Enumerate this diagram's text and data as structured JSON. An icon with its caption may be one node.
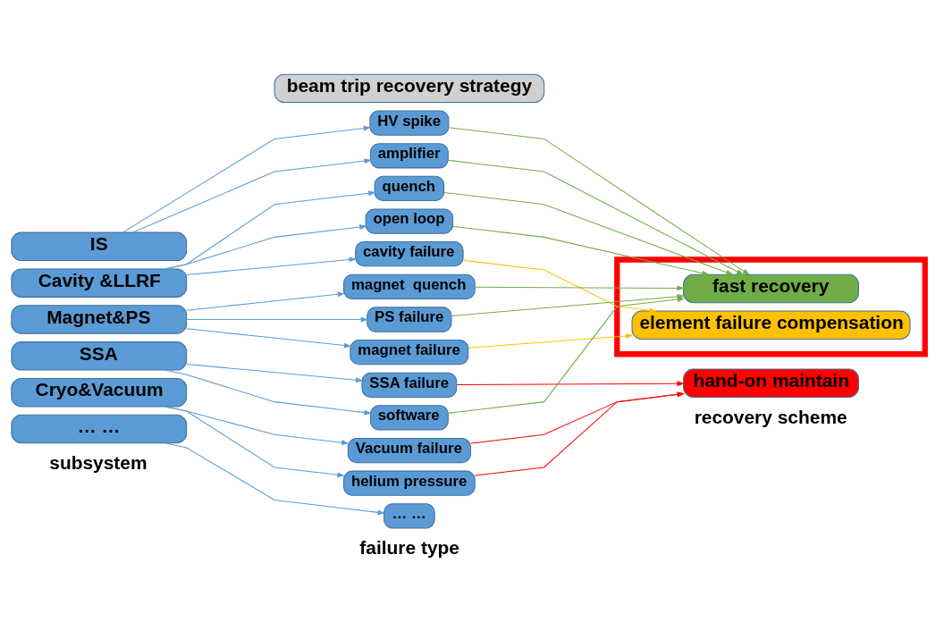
{
  "diagram": {
    "nodes": [
      {
        "text": [
          "beam trip recovery strategy"
        ]
      },
      {
        "text": [
          "IS"
        ]
      },
      {
        "text": [
          "Cavity &LLRF"
        ]
      },
      {
        "text": [
          "Magnet&PS"
        ]
      },
      {
        "text": [
          "SSA"
        ]
      },
      {
        "text": [
          "Cryo&Vacuum"
        ]
      },
      {
        "text": [
          "… …"
        ]
      },
      {
        "text": [
          "HV spike"
        ]
      },
      {
        "text": [
          "amplifier"
        ]
      },
      {
        "text": [
          "quench"
        ]
      },
      {
        "text": [
          "open loop"
        ]
      },
      {
        "text": [
          "cavity failure"
        ]
      },
      {
        "text": [
          "magnet  quench"
        ]
      },
      {
        "text": [
          "PS failure"
        ]
      },
      {
        "text": [
          "magnet failure"
        ]
      },
      {
        "text": [
          "SSA failure"
        ]
      },
      {
        "text": [
          "software"
        ]
      },
      {
        "text": [
          "Vacuum failure"
        ]
      },
      {
        "text": [
          "helium pressure"
        ]
      },
      {
        "text": [
          "… …"
        ]
      },
      {
        "text": [],
        "shape": "box"
      },
      {
        "text": [
          "fast recovery"
        ],
        "in": 20
      },
      {
        "text": [
          "element failure compensation"
        ],
        "in": 20
      },
      {
        "text": [
          "hand-on maintain"
        ]
      }
    ],
    "edges": [
      {
        "from": 1,
        "to": 7,
        "arrow": "to"
      },
      {
        "from": 1,
        "to": 8,
        "arrow": "to"
      },
      {
        "from": 2,
        "to": 9,
        "arrow": "to"
      },
      {
        "from": 2,
        "to": 10,
        "arrow": "to"
      },
      {
        "from": 2,
        "to": 11,
        "arrow": "to"
      },
      {
        "from": 3,
        "to": 12,
        "arrow": "to"
      },
      {
        "from": 3,
        "to": 13,
        "arrow": "to"
      },
      {
        "from": 3,
        "to": 14,
        "arrow": "to"
      },
      {
        "from": 4,
        "to": 15,
        "arrow": "to"
      },
      {
        "from": 4,
        "to": 16,
        "arrow": "to"
      },
      {
        "from": 5,
        "to": 17,
        "arrow": "to"
      },
      {
        "from": 5,
        "to": 18,
        "arrow": "to"
      },
      {
        "from": 6,
        "to": 19,
        "arrow": "to"
      },
      {
        "from": 7,
        "to": 21,
        "arrow": "to",
        "color": "#70ad47"
      },
      {
        "from": 8,
        "to": 21,
        "arrow": "to",
        "color": "#70ad47"
      },
      {
        "from": 9,
        "to": 21,
        "arrow": "to",
        "color": "#70ad47"
      },
      {
        "from": 10,
        "to": 21,
        "arrow": "to",
        "color": "#70ad47"
      },
      {
        "from": 12,
        "to": 21,
        "arrow": "to",
        "color": "#70ad47"
      },
      {
        "from": 13,
        "to": 21,
        "arrow": "to",
        "color": "#70ad47"
      },
      {
        "from": 16,
        "to": 21,
        "arrow": "to",
        "color": "#70ad47"
      },
      {
        "from": 11,
        "to": 22,
        "arrow": "to",
        "color": "#ffc000"
      },
      {
        "from": 14,
        "to": 22,
        "arrow": "to",
        "color": "#ffc000"
      },
      {
        "from": 15,
        "to": 23,
        "arrow": "to",
        "color": "#ff0000"
      },
      {
        "from": 17,
        "to": 23,
        "arrow": "to",
        "color": "#ff0000"
      },
      {
        "from": 18,
        "to": 23,
        "arrow": "to",
        "color": "#ff0000"
      }
    ],
    "labels": [
      "subsystem",
      "failure type",
      "recovery scheme"
    ]
  }
}
